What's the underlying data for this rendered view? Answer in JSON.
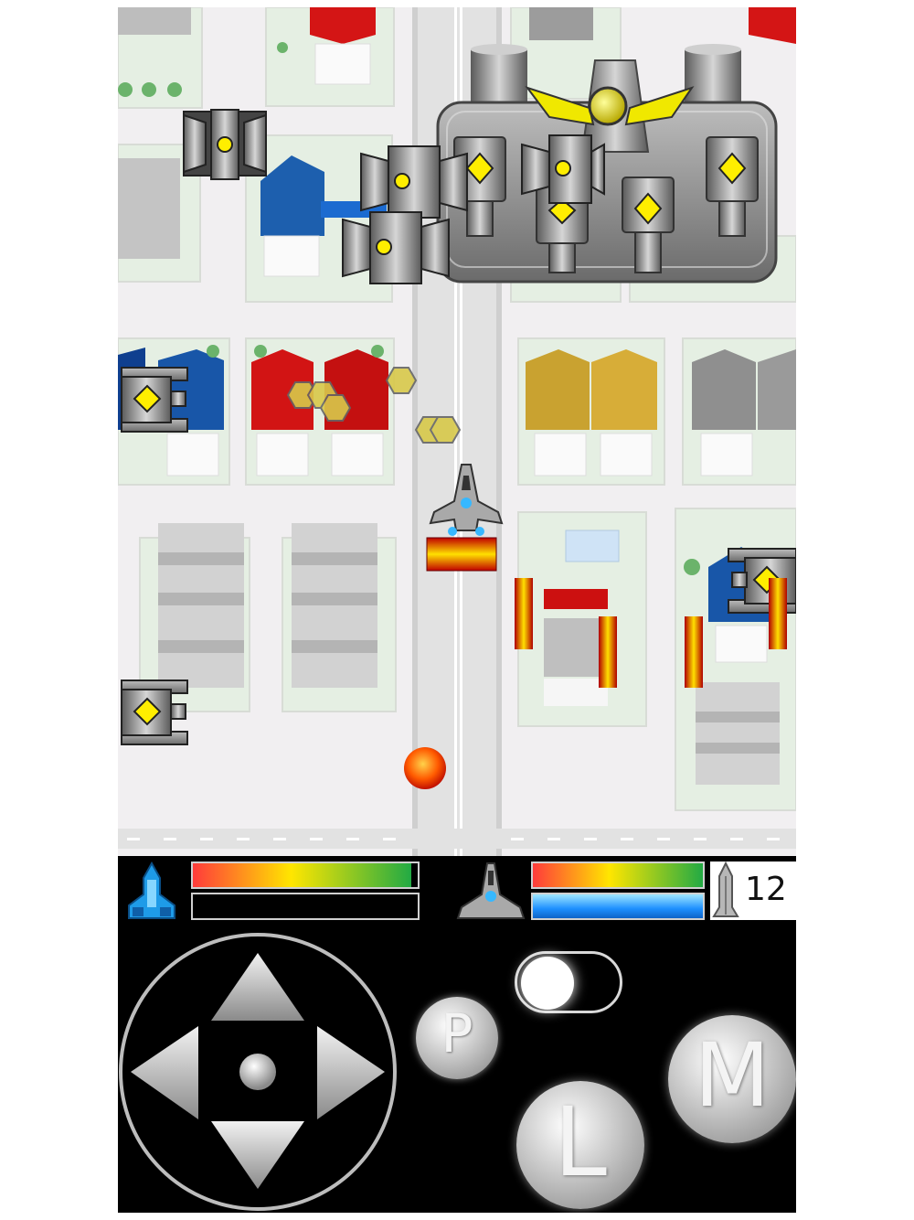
{
  "hud": {
    "player_health_pct": 0.97,
    "player_charge_pct": 0.0,
    "enemy_health_pct": 1.0,
    "enemy_shield_pct": 1.0,
    "missile_count": "12"
  },
  "controls": {
    "pause_label": "P",
    "laser_label": "L",
    "missile_label": "M",
    "toggle_state": "on"
  },
  "colors": {
    "ground": "#f1eff1",
    "lot_green": "#e5efe3",
    "hud_background": "#000000",
    "health_gradient": [
      "#ff3b3b",
      "#ffe600",
      "#22aa44"
    ],
    "shield_gradient": [
      "#1e90ff",
      "#9fe7ff"
    ]
  },
  "icons": {
    "player_icon": "blue-ship-icon",
    "enemy_icon": "grey-ship-icon",
    "missile_icon": "missile-icon"
  }
}
